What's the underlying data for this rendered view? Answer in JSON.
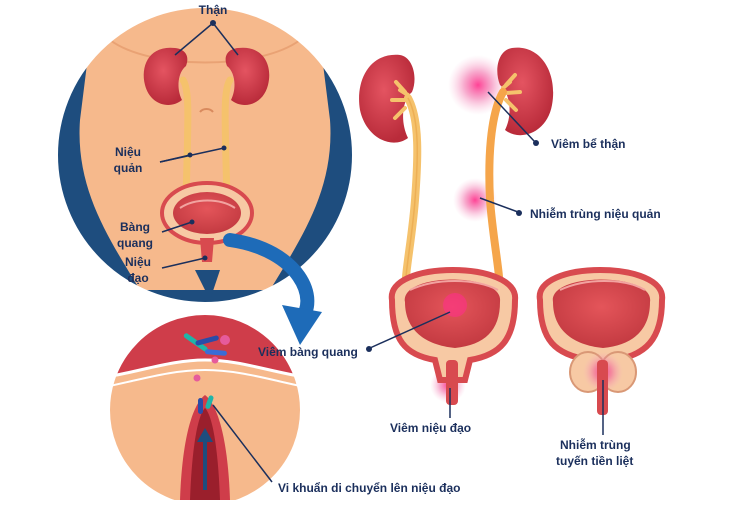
{
  "labels": {
    "kidney": "Thận",
    "ureter_line1": "Niệu",
    "ureter_line2": "quản",
    "bladder_line1": "Bàng",
    "bladder_line2": "quang",
    "urethra_line1": "Niệu",
    "urethra_line2": "đạo",
    "pyelonephritis": "Viêm bể thận",
    "ureter_infection": "Nhiễm trùng niệu quản",
    "cystitis": "Viêm bàng quang",
    "urethritis": "Viêm niệu đạo",
    "prostatitis_line1": "Nhiễm trùng",
    "prostatitis_line2": "tuyến tiền liệt",
    "bacteria_caption": "Vi khuẩn di chuyển lên niệu đạo"
  },
  "colors": {
    "skin": "#f6b98c",
    "dark_blue": "#1e4d7e",
    "kidney": "#cf3d4a",
    "ureter": "#f5c26c",
    "bladder_wall": "#d84a4f",
    "infection_glow": "#e8337e",
    "arrow": "#1e6bb8",
    "label_text": "#1b2f5c"
  }
}
